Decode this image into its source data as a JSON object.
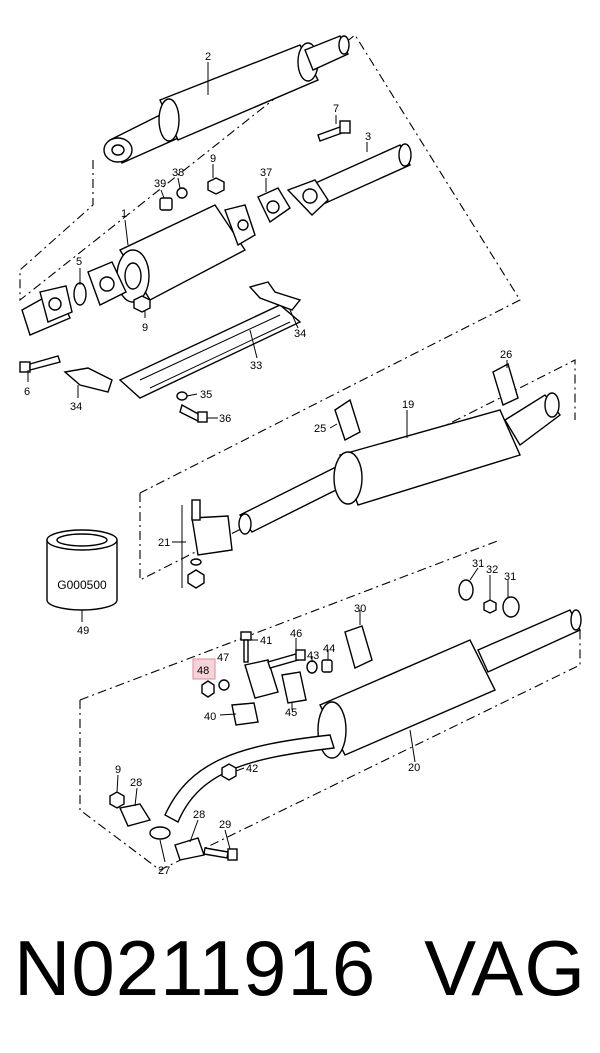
{
  "diagram": {
    "kit_label": "G000500",
    "highlight_color": "#e59aa6",
    "callouts": {
      "c1": "1",
      "c2": "2",
      "c3": "3",
      "c5": "5",
      "c6": "6",
      "c7": "7",
      "c9a": "9",
      "c9b": "9",
      "c9c": "9",
      "c19": "19",
      "c20": "20",
      "c21": "21",
      "c25": "25",
      "c26": "26",
      "c27": "27",
      "c28a": "28",
      "c28b": "28",
      "c29": "29",
      "c30": "30",
      "c31a": "31",
      "c31b": "31",
      "c32": "32",
      "c33": "33",
      "c34a": "34",
      "c34b": "34",
      "c35": "35",
      "c36": "36",
      "c37": "37",
      "c38": "38",
      "c39": "39",
      "c40": "40",
      "c41": "41",
      "c42": "42",
      "c43": "43",
      "c44": "44",
      "c45": "45",
      "c46": "46",
      "c47": "47",
      "c48": "48",
      "c49": "49"
    }
  },
  "footer": {
    "part_number": "N0211916",
    "brand": "VAG"
  }
}
